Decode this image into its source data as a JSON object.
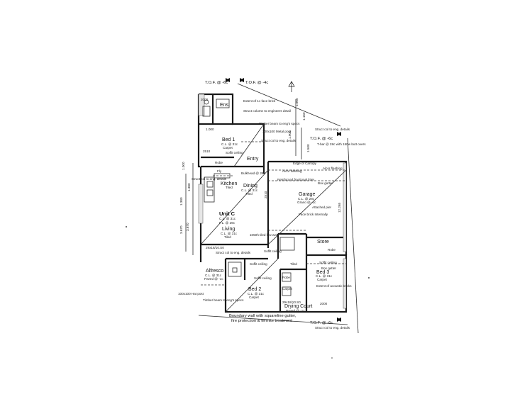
{
  "tof": [
    "T.O.F. @ -6c",
    "T.O.F. @ -4c",
    "T.O.F. @ -6c",
    "T.O.F. @ -6c"
  ],
  "rooms": {
    "ens": "Ens",
    "bed1": [
      "Bed 1",
      "C.L. @ 31c",
      "Carpet"
    ],
    "entry": "Entry",
    "robe1": "Robe",
    "fly": "Fly",
    "kitchen": [
      "Kitchen",
      "Tiled"
    ],
    "dining": [
      "Dining",
      "C.L. @ 31c",
      "Tiled"
    ],
    "unit": [
      "Unit C",
      "C.L. @ 31c",
      "F.L. @ 29c"
    ],
    "living": [
      "Living",
      "C.L. @ 31c",
      "Tiled"
    ],
    "garage": [
      "Garage",
      "C.L. @ 28c",
      "Grano @ -1c"
    ],
    "store": "Store",
    "alfresco": [
      "Alfresco",
      "C.L. @ 31c",
      "Paved @ -1c"
    ],
    "robe3": "Robe",
    "bed3": [
      "Bed 3",
      "C.L. @ 31c",
      "Carpet"
    ],
    "bed2": [
      "Bed 2",
      "C.L. @ 31c",
      "Carpet"
    ],
    "drying": [
      "Drying Court",
      "Paved @ -1c"
    ]
  },
  "notes": {
    "n1": "Extent of 1c face brick",
    "n2": "Struct column to engineers detail",
    "n3": "Timber beam to eng's specs",
    "n4": "100x100 Metal post",
    "n5": "Struct col to eng. details",
    "n6": "Soffit ceiling",
    "n7": "Bulkhead @ 28c",
    "n8": "Struct col to eng. details",
    "n9": "Edge of Canopy",
    "n10": "Alcor flashing",
    "n11": "Alcor flashing",
    "n12": "Reinforced fractional litter",
    "n13": "Box gutter",
    "n14": "Attached pier",
    "n15": "Face brick Internally",
    "n16": "1050h tiled low wall",
    "n17": "Struct col to eng. details",
    "n18": "Soffit ceiling",
    "n19": "Soffit ceiling",
    "n20": "Box gutter",
    "n21": "Extent of acoustic bricks",
    "n22": "Timber beam to eng's specs",
    "n23": "100x100 Hat post",
    "n24": "Soffit ceiling",
    "n25": "Struct col to eng. details",
    "n26": "T-bar @ 28c with 150w butt overs",
    "n27": "Struct col to eng. details",
    "n28": "Soffit ceiling",
    "n29": "Tiled",
    "n30": "Carpet",
    "n31": "Robe"
  },
  "dims": {
    "d1": "1.000",
    "d2": "3.670",
    "d3": "1.380",
    "d4": "1.900",
    "d5": "1.160",
    "d6": "2510",
    "d7": "2510",
    "d8": "29x18/10.S0",
    "d9": "29x18/10.S0",
    "d10": "1.900",
    "d11": "1.380",
    "d12": "3.670",
    "d13": "2000",
    "d14": "2000",
    "d15": "1.000",
    "d16": "1.500",
    "d17": "12.265"
  },
  "boundary": [
    "Boundary wall with squareline gutter,",
    "fire protection & termite treatment"
  ]
}
